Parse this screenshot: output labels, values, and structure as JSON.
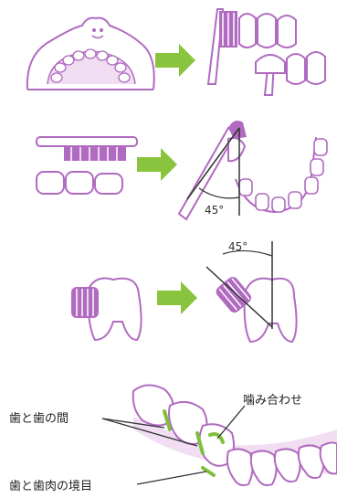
{
  "steps": [
    {
      "id": "step1",
      "angle_label": ""
    },
    {
      "id": "step2",
      "angle_label": "45°"
    },
    {
      "id": "step3",
      "angle_label": "45°"
    }
  ],
  "labels": {
    "between_teeth": "歯と歯の間",
    "bite_surface": "噛み合わせ",
    "gum_line": "歯と歯肉の境目"
  },
  "colors": {
    "outline": "#b06bc0",
    "gum_fill": "#f1def3",
    "arrow": "#8ac43e",
    "highlight": "#7fbf3b",
    "line_dark": "#333333"
  }
}
